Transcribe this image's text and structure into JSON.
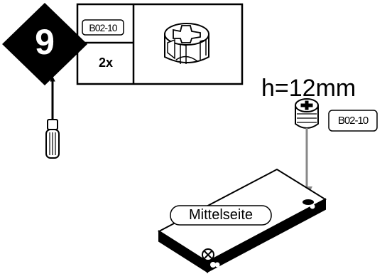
{
  "step": {
    "number": "9"
  },
  "parts_table": {
    "part_code": "B02-10",
    "quantity": "2x"
  },
  "annotation": {
    "height": "h=12mm",
    "part_code": "B02-10"
  },
  "panel": {
    "label": "Mittelseite"
  },
  "icons": [
    "step-diamond-icon",
    "screwdriver-icon",
    "cam-lock-connector-icon",
    "cam-lock-bolt-icon",
    "screw-head-icon"
  ],
  "colors": {
    "ink": "#000000",
    "arrow": "#888888",
    "background": "#ffffff"
  }
}
